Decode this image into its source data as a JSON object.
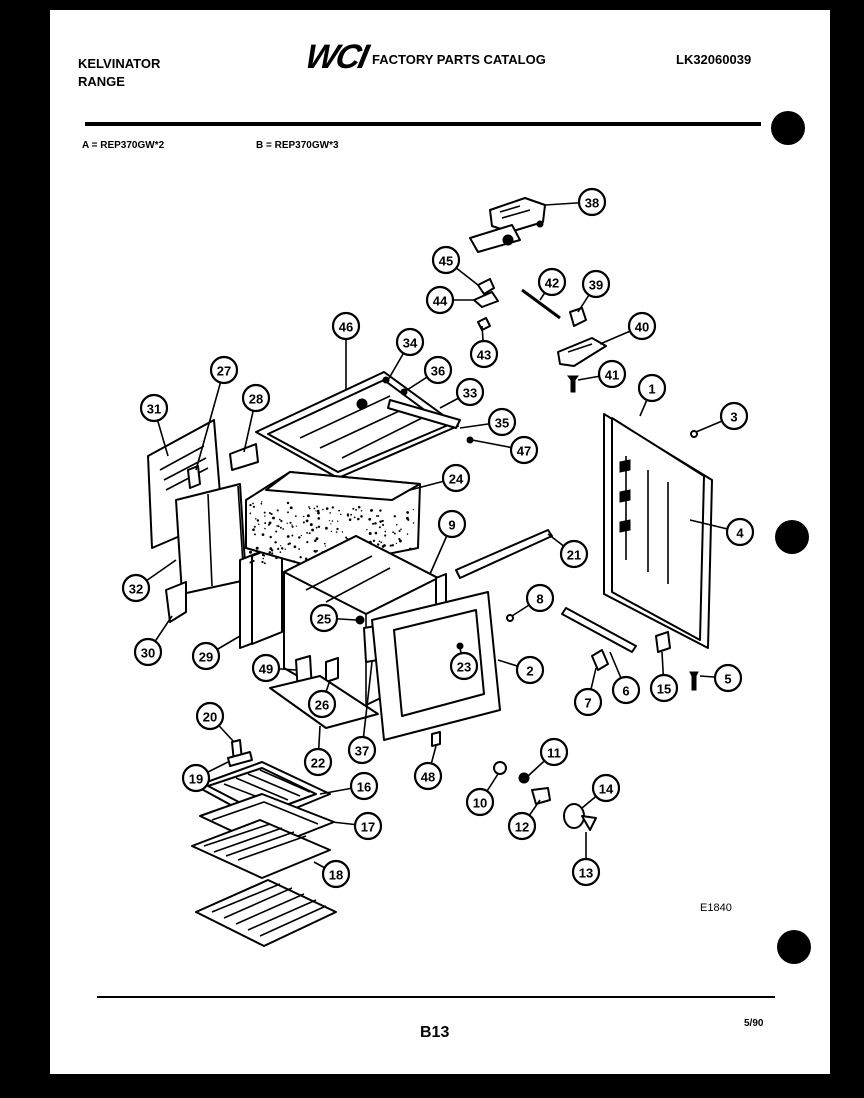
{
  "header": {
    "brand": "KELVINATOR",
    "product": "RANGE",
    "logo": "WCI",
    "catalog_title": "FACTORY PARTS CATALOG",
    "catalog_number": "LK32060039"
  },
  "models": {
    "a": "A = REP370GW*2",
    "b": "B = REP370GW*3"
  },
  "diagram": {
    "figure_code": "E1840",
    "callouts": [
      "1",
      "2",
      "3",
      "4",
      "5",
      "6",
      "7",
      "8",
      "9",
      "10",
      "11",
      "12",
      "13",
      "14",
      "15",
      "16",
      "17",
      "18",
      "19",
      "20",
      "21",
      "22",
      "23",
      "24",
      "25",
      "26",
      "27",
      "28",
      "29",
      "30",
      "31",
      "32",
      "33",
      "34",
      "35",
      "36",
      "37",
      "38",
      "39",
      "40",
      "41",
      "42",
      "43",
      "44",
      "45",
      "46",
      "47",
      "48",
      "49"
    ]
  },
  "footer": {
    "page": "B13",
    "date": "5/90"
  }
}
